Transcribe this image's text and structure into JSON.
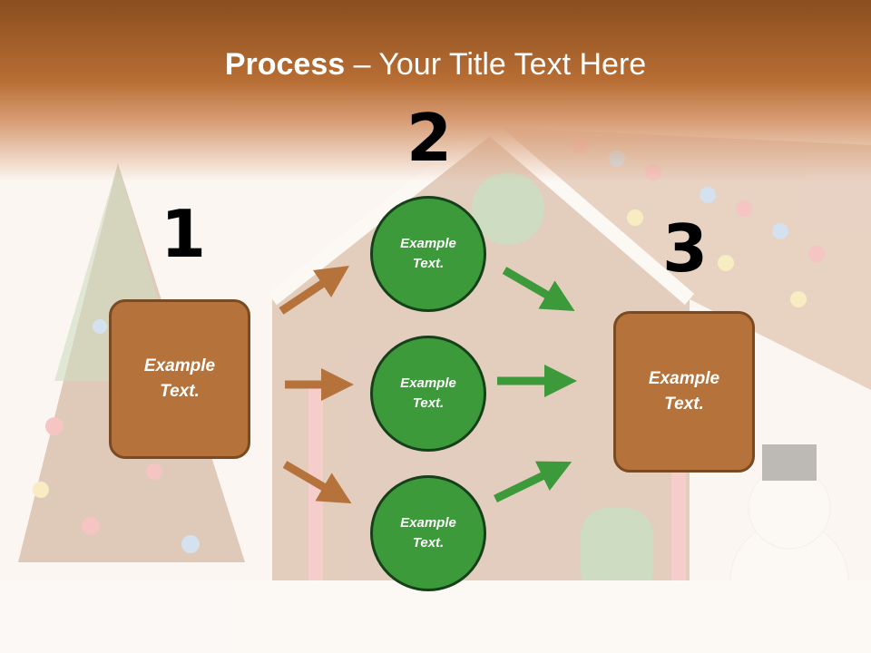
{
  "slide": {
    "title_bold": "Process",
    "title_rest": " – Your Title Text Here",
    "numbers": [
      "1",
      "2",
      "3"
    ],
    "left_box": "Example Text.",
    "right_box": "Example Text.",
    "circles": [
      "Example Text.",
      "Example Text.",
      "Example Text."
    ]
  },
  "colors": {
    "title_band": "#b86e34",
    "box_fill": "#b5733b",
    "circle_fill": "#3c9a3a",
    "arrow_brown": "#b5733b",
    "arrow_green": "#3c9a3a"
  },
  "background_image": "gingerbread-house-with-christmas-tree-and-snowman"
}
